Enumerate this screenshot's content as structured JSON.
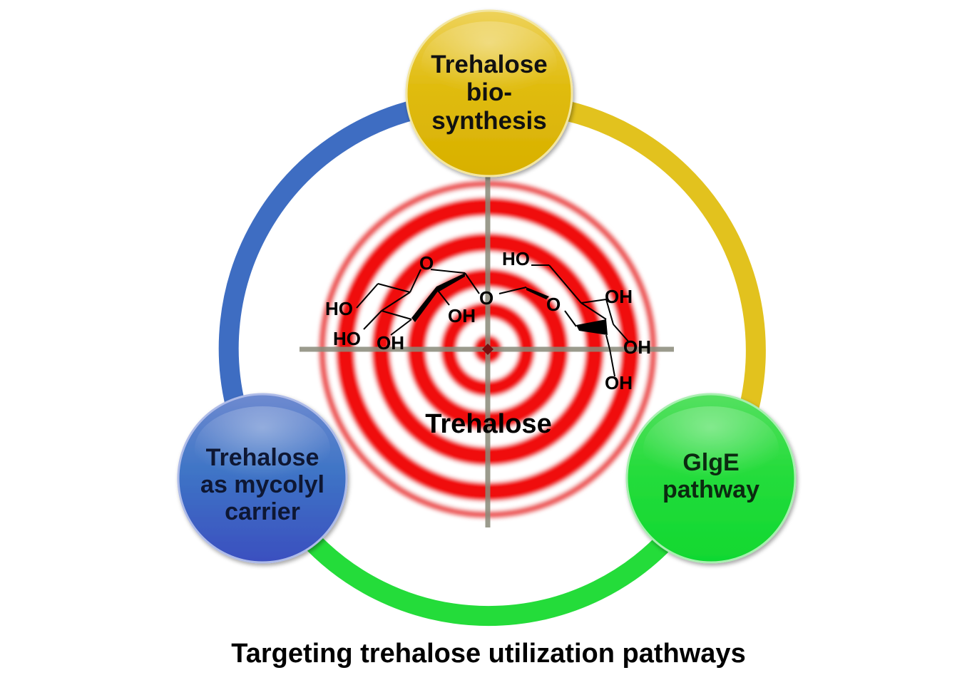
{
  "nodes": {
    "top": {
      "lines": [
        "Trehalose",
        "bio-",
        "synthesis"
      ],
      "color": "#e0bc10"
    },
    "left": {
      "lines": [
        "Trehalose",
        "as mycolyl",
        "carrier"
      ],
      "color": "#3d5fc4"
    },
    "right": {
      "lines": [
        "GlgE",
        "pathway"
      ],
      "color": "#1ee03a"
    }
  },
  "ring_colors": {
    "top_right": "#e2c21e",
    "bottom": "#24dc3a",
    "left": "#3e6dc2"
  },
  "target": {
    "stripe_color": "#f01010",
    "label": "Trehalose"
  },
  "molecule": {
    "ring_oxygen_left": "O",
    "glycosidic_oxygen": "O",
    "ring_oxygen_right": "O",
    "left_groups": {
      "ho_top": "HO",
      "ho_bottom": "HO",
      "oh_mid": "OH",
      "oh_low": "OH"
    },
    "right_groups": {
      "ho_top": "HO",
      "oh_1": "OH",
      "oh_2": "OH",
      "oh_3": "OH"
    }
  },
  "caption": "Targeting trehalose utilization pathways"
}
